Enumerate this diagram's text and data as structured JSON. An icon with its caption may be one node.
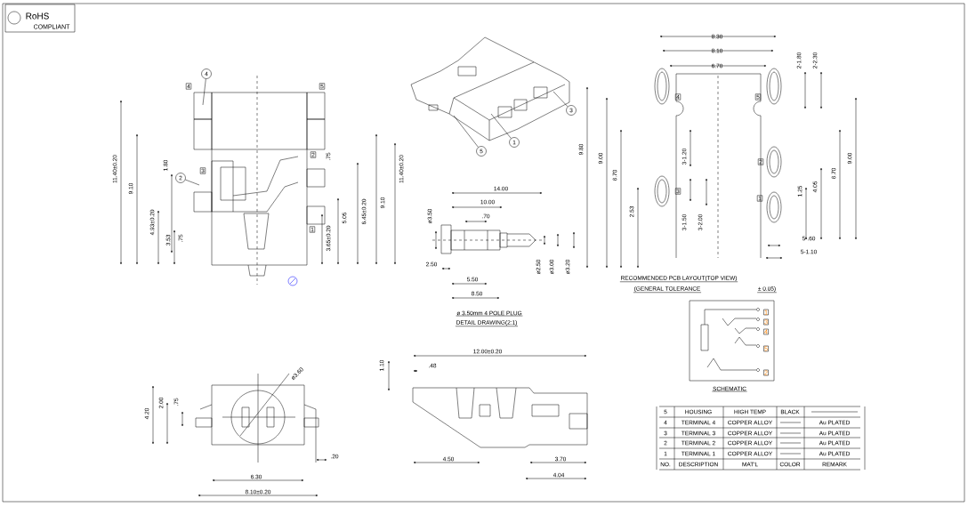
{
  "diagram": {
    "nodes": [
      {
        "text": [
          "4"
        ]
      },
      {
        "text": [
          "2"
        ]
      },
      {
        "text": [
          "3"
        ]
      },
      {
        "text": [
          "1"
        ]
      },
      {
        "text": [
          "5"
        ]
      }
    ],
    "edges": [
      {
        "from": 0,
        "to": null,
        "arrow": "none"
      },
      {
        "from": 1,
        "to": null,
        "arrow": "none"
      },
      {
        "from": 2,
        "to": null,
        "arrow": "none"
      },
      {
        "from": 3,
        "to": null,
        "arrow": "none"
      },
      {
        "from": 4,
        "to": null,
        "arrow": "none"
      }
    ],
    "labels": [
      "4",
      "5",
      "11.40±0.20",
      "9.10",
      "1.80",
      "3",
      "2",
      ".75",
      "4.93±0.20",
      "3.53",
      ".75",
      "1",
      "3.65±0.20",
      "5.05",
      "6.45±0.20",
      "9.10",
      "11.40±0.20",
      "8.30",
      "8.10",
      "6.70",
      "2-1.80",
      "2-2.30",
      "4",
      "5",
      "9.80",
      "9.00",
      "6.70",
      "3-1.20",
      "2",
      "3",
      "1",
      "2.53",
      "1.25",
      "4.05",
      "6.70",
      "9.00",
      "3-1.50",
      "3-2.00",
      "5-.60",
      "5-1.10",
      "14.00",
      "10.00",
      ".70",
      "ø3.50",
      "2.50",
      "ø2.50",
      "ø3.00",
      "ø3.20",
      "5.50",
      "8.50",
      "ø 3.50mm 4 POLE PLUG",
      "DETAIL DRAWING(2:1)",
      "RECOMMENDED PCB LAYOUT(TOP VIEW)",
      "(GENERAL TOLERANCE",
      "± 0.05)",
      "1",
      "3",
      "4",
      "5",
      "2",
      "SCHEMATIC",
      "5",
      "HOUSING",
      "HIGH TEMP",
      "BLACK",
      "4",
      "TERMINAL 4",
      "COPPER ALLOY",
      "Au PLATED",
      "3",
      "TERMINAL 3",
      "COPPER ALLOY",
      "Au PLATED",
      "2",
      "TERMINAL 2",
      "COPPER ALLOY",
      "Au PLATED",
      "1",
      "TERMINAL 1",
      "COPPER ALLOY",
      "Au PLATED",
      "NO.",
      "DESCRIPTION",
      "MAT'L",
      "COLOR",
      "REMARK",
      "ø3.60",
      "4.20",
      "2.00",
      ".75",
      ".20",
      "6.30",
      "8.10±0.20",
      "12.00±0.20",
      "1.10",
      ".48",
      "4.50",
      "3.70",
      "4.04",
      "RoHS",
      "COMPLIANT"
    ]
  }
}
